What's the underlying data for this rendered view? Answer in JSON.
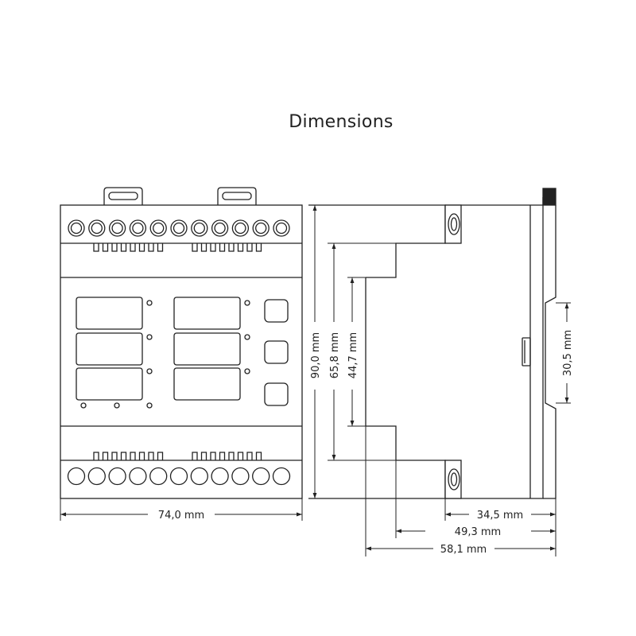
{
  "title": "Dimensions",
  "dimensions": {
    "width": "74,0 mm",
    "height_total": "90,0 mm",
    "height_mid": "65,8 mm",
    "height_inner": "44,7 mm",
    "rail_height": "30,5 mm",
    "depth_1": "34,5 mm",
    "depth_2": "49,3 mm",
    "depth_3": "58,1 mm"
  }
}
